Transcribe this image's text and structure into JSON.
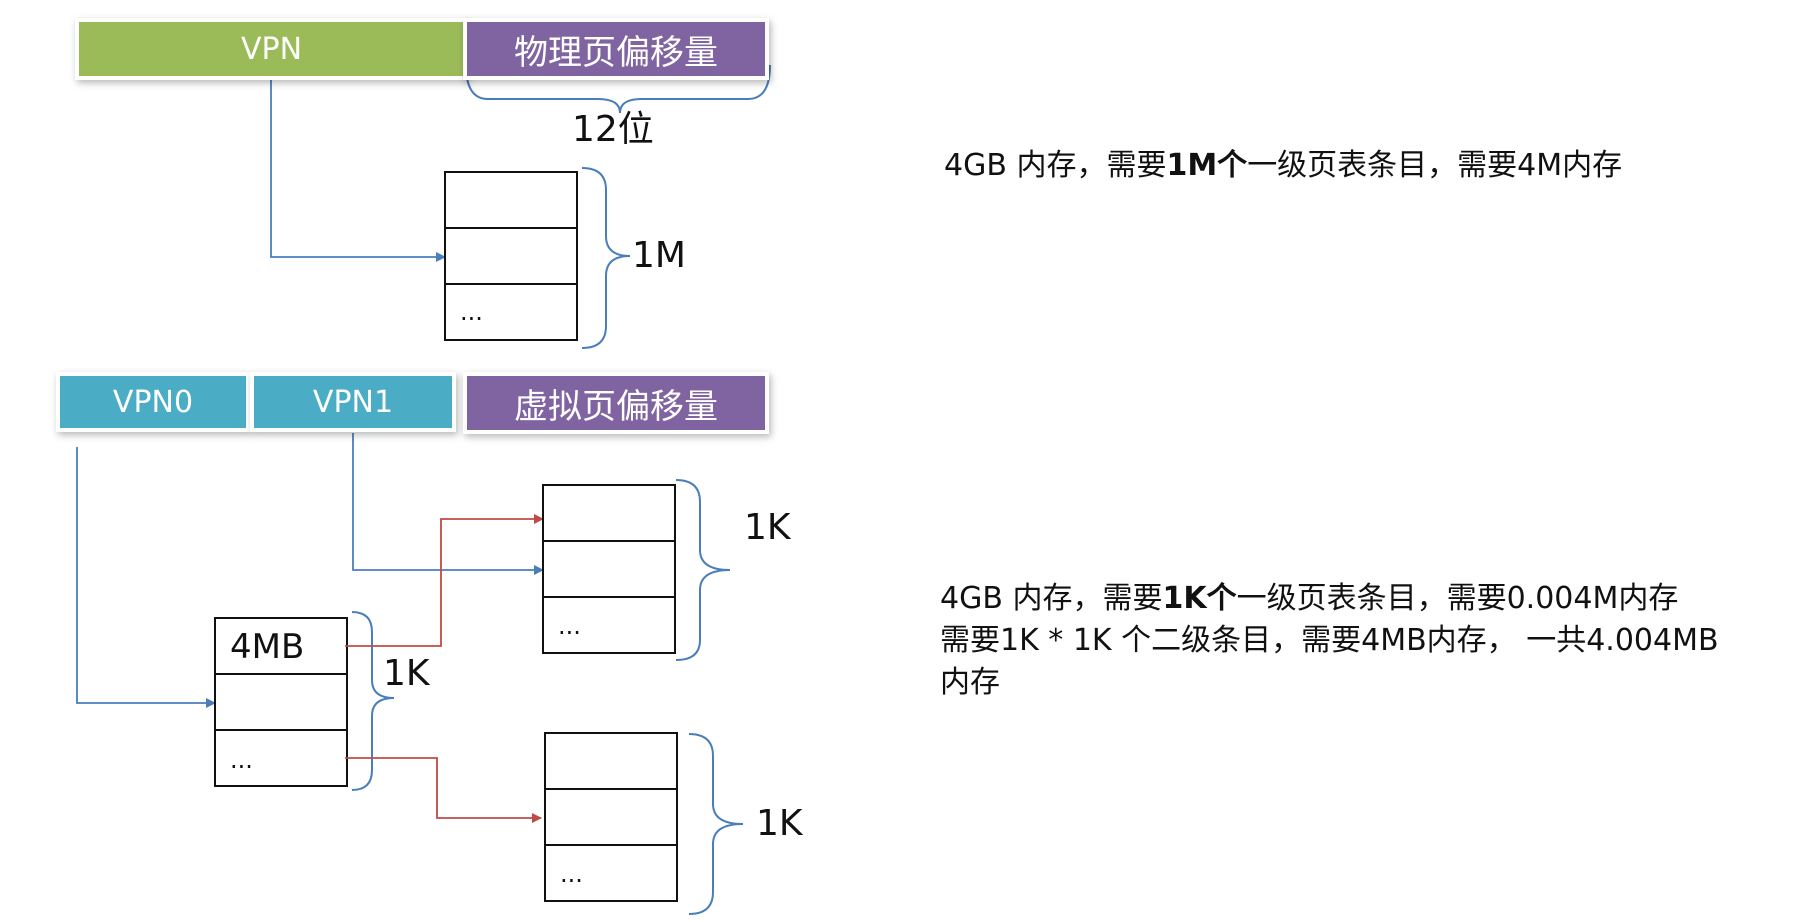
{
  "top": {
    "vpn": "VPN",
    "offset": "物理页偏移量",
    "offset_bits": "12位",
    "table_size": "1M",
    "table_ellipsis": "..."
  },
  "bottom": {
    "vpn0": "VPN0",
    "vpn1": "VPN1",
    "offset": "虚拟页偏移量",
    "l1_first_cell": "4MB",
    "l1_ellipsis": "...",
    "l1_size": "1K",
    "l2a_ellipsis": "...",
    "l2a_size": "1K",
    "l2b_ellipsis": "...",
    "l2b_size": "1K"
  },
  "notes": {
    "one_level": {
      "prefix": "4GB 内存，需要",
      "bold": "1M个",
      "suffix": "一级页表条目，需要4M内存"
    },
    "two_level": {
      "line1_prefix": "4GB 内存，需要",
      "line1_bold": "1K个",
      "line1_suffix": "一级页表条目，需要0.004M内存",
      "line2": "需要1K * 1K 个二级条目，需要4MB内存， 一共4.004MB",
      "line3": "内存"
    }
  },
  "colors": {
    "vpn_green": "#9bbb59",
    "offset_purple": "#8064a2",
    "vpn_cyan": "#4bacc6",
    "arrow_blue": "#4a7ebb",
    "arrow_red": "#be4b48",
    "brace_blue": "#4a7ebb"
  }
}
